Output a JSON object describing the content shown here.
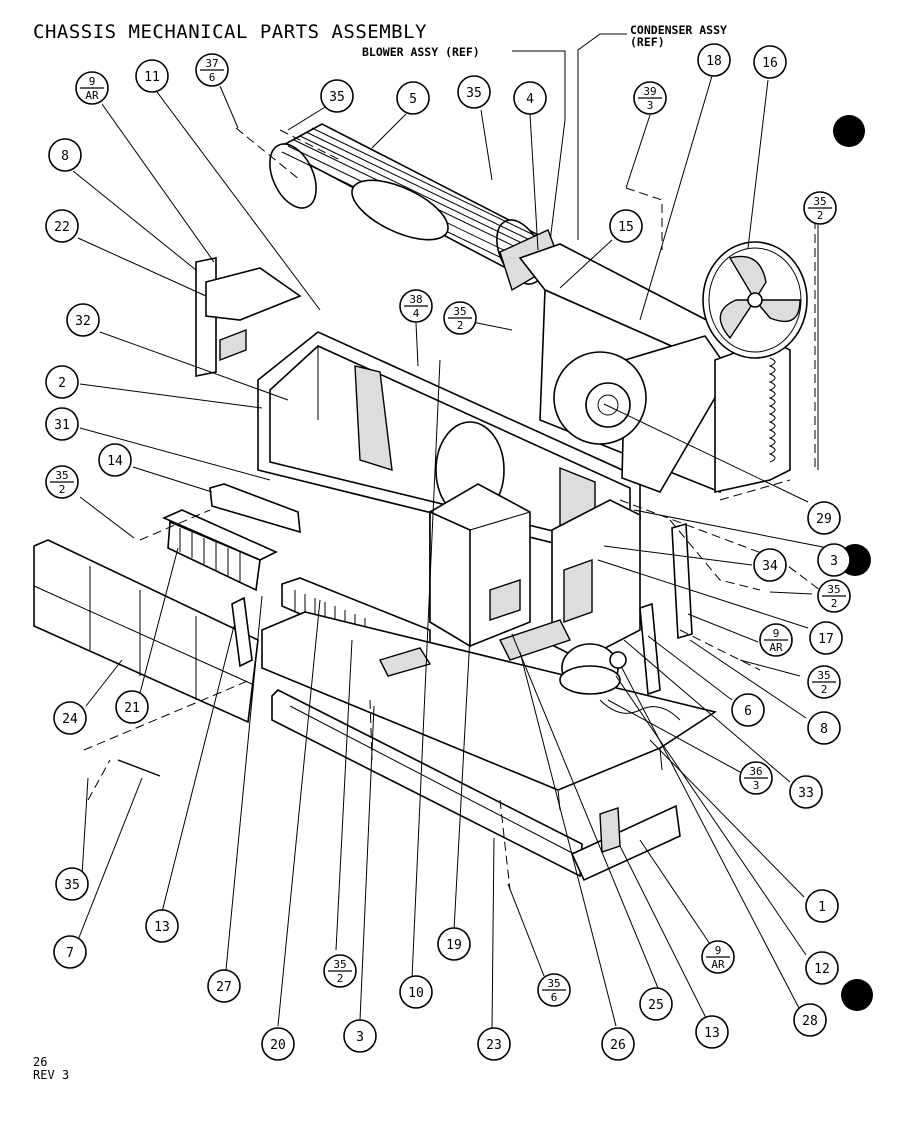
{
  "title": "CHASSIS MECHANICAL PARTS ASSEMBLY",
  "refs": {
    "blower": "BLOWER ASSY (REF)",
    "condenser_1": "CONDENSER ASSY",
    "condenser_2": "(REF)"
  },
  "footer": {
    "page": "26",
    "rev": "REV 3"
  },
  "callouts": [
    {
      "id": "c-11",
      "num": "11"
    },
    {
      "id": "c-9ar-top",
      "num": "9",
      "sub": "AR"
    },
    {
      "id": "c-37-6",
      "num": "37",
      "sub": "6"
    },
    {
      "id": "c-35-a",
      "num": "35"
    },
    {
      "id": "c-5",
      "num": "5"
    },
    {
      "id": "c-35-b",
      "num": "35"
    },
    {
      "id": "c-4",
      "num": "4"
    },
    {
      "id": "c-39-3",
      "num": "39",
      "sub": "3"
    },
    {
      "id": "c-18",
      "num": "18"
    },
    {
      "id": "c-16",
      "num": "16"
    },
    {
      "id": "c-8-top",
      "num": "8"
    },
    {
      "id": "c-22",
      "num": "22"
    },
    {
      "id": "c-15",
      "num": "15"
    },
    {
      "id": "c-35-2-right",
      "num": "35",
      "sub": "2"
    },
    {
      "id": "c-32",
      "num": "32"
    },
    {
      "id": "c-38-4",
      "num": "38",
      "sub": "4"
    },
    {
      "id": "c-35-2-mid",
      "num": "35",
      "sub": "2"
    },
    {
      "id": "c-2",
      "num": "2"
    },
    {
      "id": "c-31",
      "num": "31"
    },
    {
      "id": "c-14",
      "num": "14"
    },
    {
      "id": "c-35-2-left",
      "num": "35",
      "sub": "2"
    },
    {
      "id": "c-29",
      "num": "29"
    },
    {
      "id": "c-30",
      "num": "3"
    },
    {
      "id": "c-34",
      "num": "34"
    },
    {
      "id": "c-35-2-r2",
      "num": "35",
      "sub": "2"
    },
    {
      "id": "c-17",
      "num": "17"
    },
    {
      "id": "c-9ar-right",
      "num": "9",
      "sub": "AR"
    },
    {
      "id": "c-35-2-r3",
      "num": "35",
      "sub": "2"
    },
    {
      "id": "c-24",
      "num": "24"
    },
    {
      "id": "c-21",
      "num": "21"
    },
    {
      "id": "c-6",
      "num": "6"
    },
    {
      "id": "c-8-bottom",
      "num": "8"
    },
    {
      "id": "c-36-3",
      "num": "36",
      "sub": "3"
    },
    {
      "id": "c-33",
      "num": "33"
    },
    {
      "id": "c-35-bottom",
      "num": "35"
    },
    {
      "id": "c-1",
      "num": "1"
    },
    {
      "id": "c-7",
      "num": "7"
    },
    {
      "id": "c-13-left",
      "num": "13"
    },
    {
      "id": "c-19",
      "num": "19"
    },
    {
      "id": "c-9ar-bottom",
      "num": "9",
      "sub": "AR"
    },
    {
      "id": "c-12",
      "num": "12"
    },
    {
      "id": "c-27",
      "num": "27"
    },
    {
      "id": "c-35-2-bottom",
      "num": "35",
      "sub": "2"
    },
    {
      "id": "c-10",
      "num": "10"
    },
    {
      "id": "c-35-6-bottom",
      "num": "35",
      "sub": "6"
    },
    {
      "id": "c-25",
      "num": "25"
    },
    {
      "id": "c-13-bottom",
      "num": "13"
    },
    {
      "id": "c-28",
      "num": "28"
    },
    {
      "id": "c-20",
      "num": "20"
    },
    {
      "id": "c-3",
      "num": "3"
    },
    {
      "id": "c-23",
      "num": "23"
    },
    {
      "id": "c-26",
      "num": "26"
    }
  ]
}
